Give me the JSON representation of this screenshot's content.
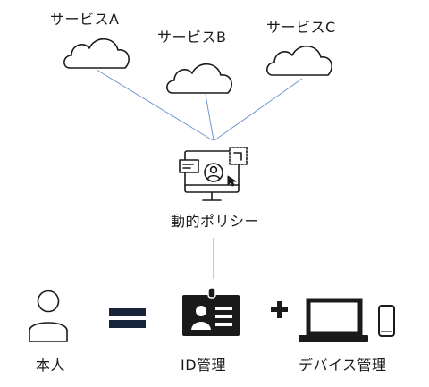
{
  "colors": {
    "connector": "#6f96cf",
    "stroke": "#1a1a1a",
    "equals_fill": "#17243c",
    "background": "#ffffff"
  },
  "services": [
    {
      "label": "サービスA",
      "icon": "cloud-icon"
    },
    {
      "label": "サービスB",
      "icon": "cloud-icon"
    },
    {
      "label": "サービスC",
      "icon": "cloud-icon"
    }
  ],
  "policy": {
    "label": "動的ポリシー",
    "icon": "monitor-user-icon"
  },
  "equation": {
    "person": {
      "label": "本人",
      "icon": "person-icon"
    },
    "equals_icon": "equals-icon",
    "id": {
      "label": "ID管理",
      "icon": "id-badge-icon"
    },
    "plus_icon": "plus-icon",
    "device": {
      "label": "デバイス管理",
      "icons": [
        "laptop-icon",
        "smartphone-icon"
      ]
    }
  }
}
